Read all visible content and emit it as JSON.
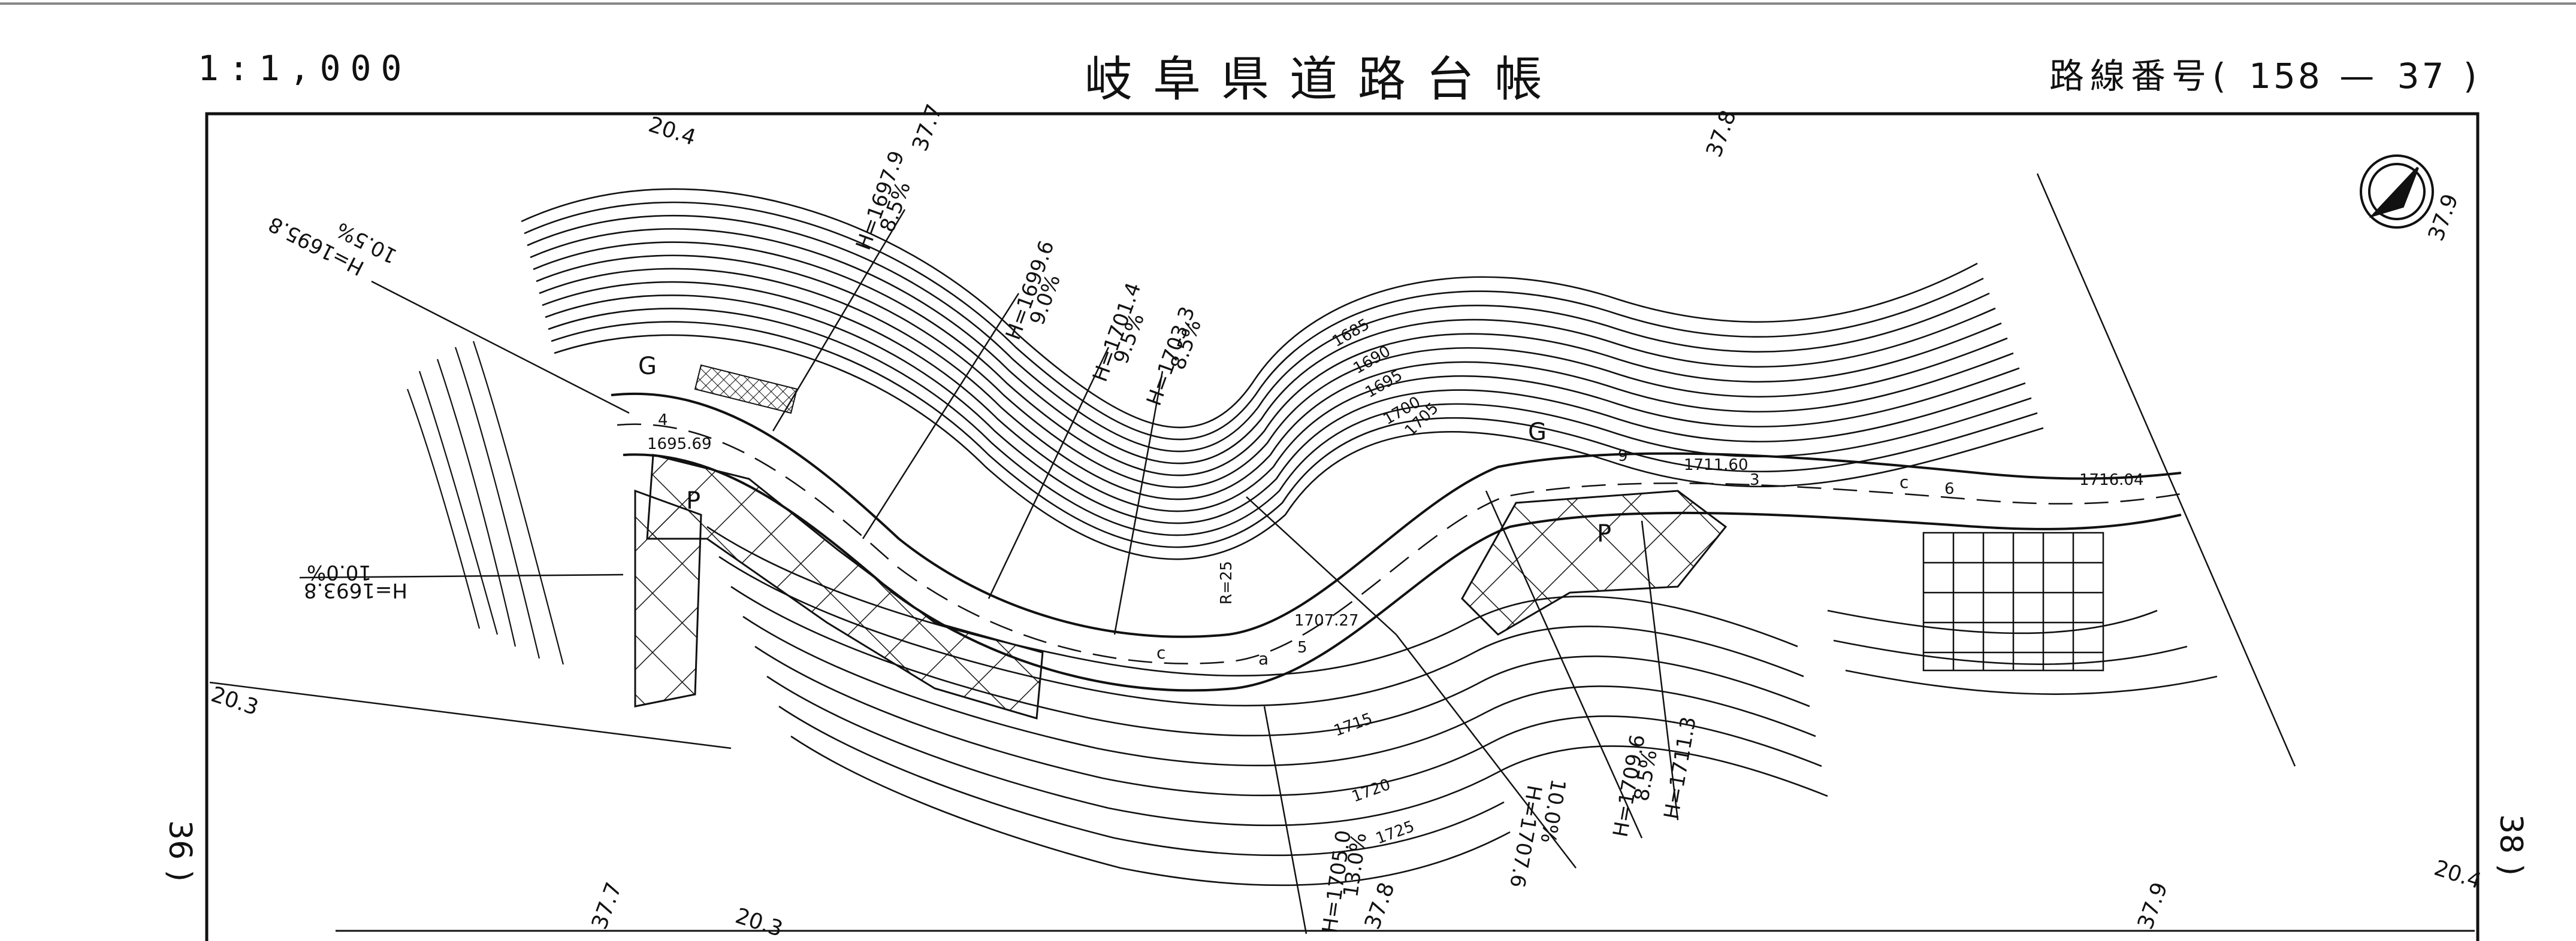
{
  "header": {
    "scale": "1:1,000",
    "title": "岐阜県道路台帳",
    "route_prefix": "路線番号(",
    "route_a": "158",
    "route_dash": "—",
    "route_b": "37",
    "route_suffix": ")"
  },
  "sheet_refs": {
    "top": [
      "20.4",
      "37.7",
      "37.8"
    ],
    "right": "37.9",
    "left": "20.3",
    "bottom": [
      "37.7",
      "20.3",
      "37.8",
      "37.9"
    ],
    "bottom_right": "20.4",
    "left_margin": "36 )",
    "right_margin": "38 )"
  },
  "labels": {
    "surveys": [
      {
        "h": "H=1695.8",
        "g": "10.5%"
      },
      {
        "h": "H=1697.9",
        "g": "8.5%"
      },
      {
        "h": "H=1699.6",
        "g": "9.0%"
      },
      {
        "h": "H=1701.4",
        "g": "9.5%"
      },
      {
        "h": "H=1703.3",
        "g": "8.5%"
      },
      {
        "h": "H=1693.8",
        "g": "10.0%"
      },
      {
        "h": "H=1705.0",
        "g": "13.0%"
      },
      {
        "h": "H=1707.6",
        "g": "10.0%"
      },
      {
        "h": "H=1709.6",
        "g": "8.5%"
      },
      {
        "h": "H=1711.3",
        "g": ""
      }
    ],
    "points": [
      "1695.69",
      "1707.27",
      "1711.60",
      "1716.04"
    ],
    "contours": [
      "1685",
      "1690",
      "1695",
      "1700",
      "1705",
      "1715",
      "1720",
      "1725"
    ],
    "radius": "R=25",
    "marks": [
      "G",
      "P",
      "G",
      "P",
      "c",
      "c",
      "a",
      "5",
      "6",
      "4",
      "9",
      "3"
    ]
  },
  "colors": {
    "ink": "#111111",
    "paper": "#ffffff"
  }
}
